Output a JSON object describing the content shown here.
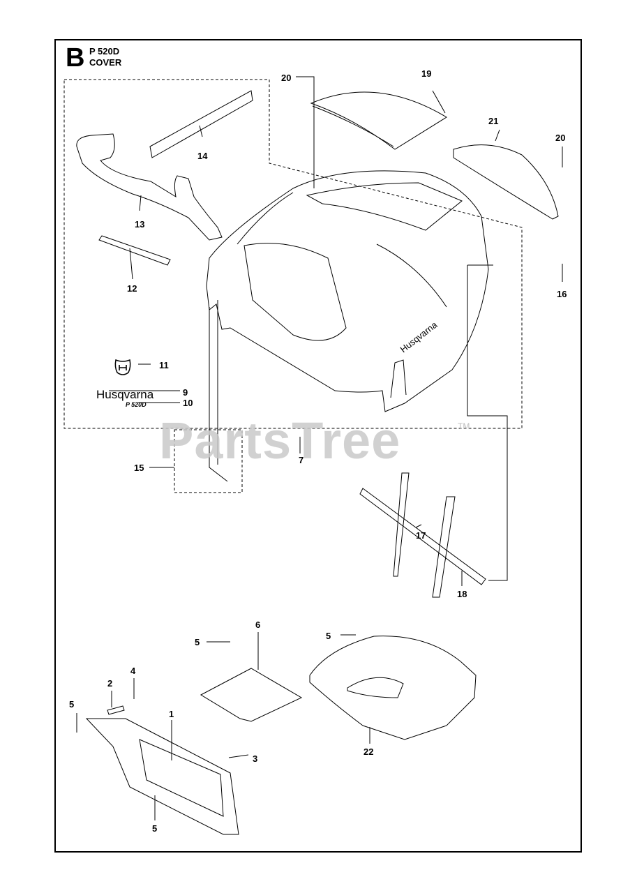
{
  "header": {
    "section_letter": "B",
    "model": "P 520D",
    "section_name": "COVER"
  },
  "watermark": {
    "text": "PartsTree",
    "tm": "TM"
  },
  "logos": {
    "brand": "Husqvarna",
    "model_badge": "P 520D"
  },
  "callouts": [
    "20",
    "19",
    "21",
    "20",
    "14",
    "13",
    "12",
    "16",
    "11",
    "9",
    "10",
    "15",
    "7",
    "17",
    "18",
    "5",
    "6",
    "5",
    "22",
    "2",
    "4",
    "5",
    "1",
    "3",
    "5"
  ],
  "colors": {
    "line": "#000000",
    "watermark": "#c9c9c9",
    "background": "#ffffff"
  }
}
